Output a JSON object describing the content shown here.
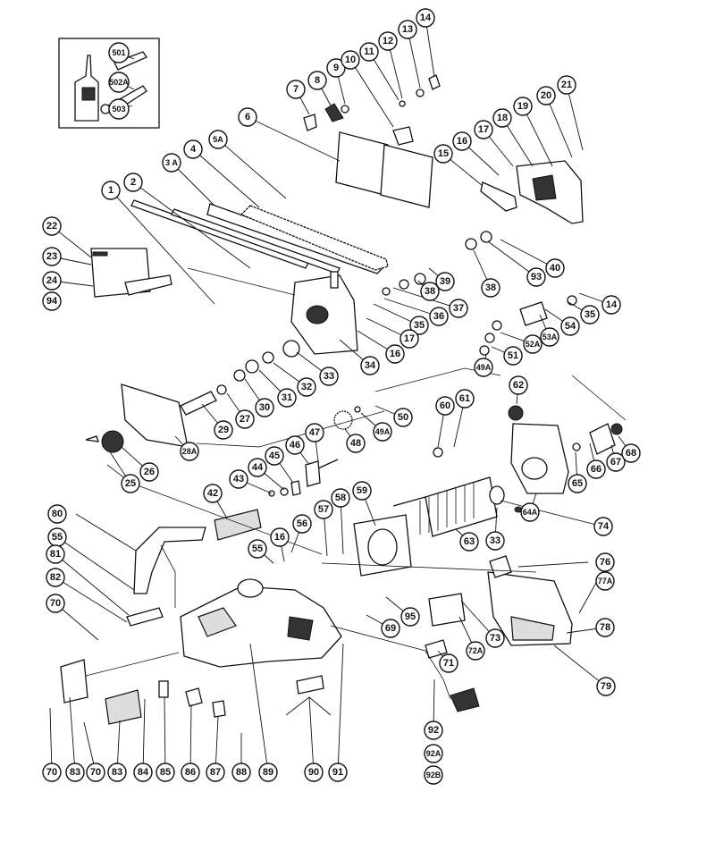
{
  "callouts": {
    "c501": "501",
    "c502A": "502A",
    "c503": "503",
    "c1": "1",
    "c2": "2",
    "c3A": "3 A",
    "c4": "4",
    "c5A": "5A",
    "c6": "6",
    "c7": "7",
    "c8": "8",
    "c9": "9",
    "c10": "10",
    "c11": "11",
    "c12": "12",
    "c13": "13",
    "c14a": "14",
    "c15": "15",
    "c16a": "16",
    "c17a": "17",
    "c18": "18",
    "c19": "19",
    "c20": "20",
    "c21": "21",
    "c22": "22",
    "c23": "23",
    "c24": "24",
    "c94": "94",
    "c93": "93",
    "c40": "40",
    "c38a": "38",
    "c38b": "38",
    "c39": "39",
    "c37": "37",
    "c36": "36",
    "c35a": "35",
    "c17b": "17",
    "c16b": "16",
    "c14b": "14",
    "c35b": "35",
    "c53A": "53A",
    "c54": "54",
    "c52A": "52A",
    "c51": "51",
    "c49Aa": "49A",
    "c34": "34",
    "c33a": "33",
    "c32": "32",
    "c31": "31",
    "c30": "30",
    "c27": "27",
    "c29": "29",
    "c28A": "28A",
    "c25": "25",
    "c26": "26",
    "c49Ab": "49A",
    "c50": "50",
    "c48": "48",
    "c60": "60",
    "c61": "61",
    "c62": "62",
    "c43": "43",
    "c44": "44",
    "c45": "45",
    "c46": "46",
    "c47": "47",
    "c42": "42",
    "c65": "65",
    "c66": "66",
    "c67": "67",
    "c68": "68",
    "c64A": "64A",
    "c74": "74",
    "c33b": "33",
    "c63": "63",
    "c57": "57",
    "c58": "58",
    "c59": "59",
    "c80": "80",
    "c55a": "55",
    "c56": "56",
    "c16c": "16",
    "c55b": "55",
    "c81": "81",
    "c82": "82",
    "c76": "76",
    "c77A": "77A",
    "c70a": "70",
    "c95": "95",
    "c69": "69",
    "c73": "73",
    "c72A": "72A",
    "c78": "78",
    "c71": "71",
    "c79": "79",
    "c92": "92",
    "c92A": "92A",
    "c92B": "92B",
    "c70b": "70",
    "c83a": "83",
    "c70c": "70",
    "c83b": "83",
    "c84": "84",
    "c85": "85",
    "c86": "86",
    "c87": "87",
    "c88": "88",
    "c89": "89",
    "c90": "90",
    "c91": "91"
  }
}
